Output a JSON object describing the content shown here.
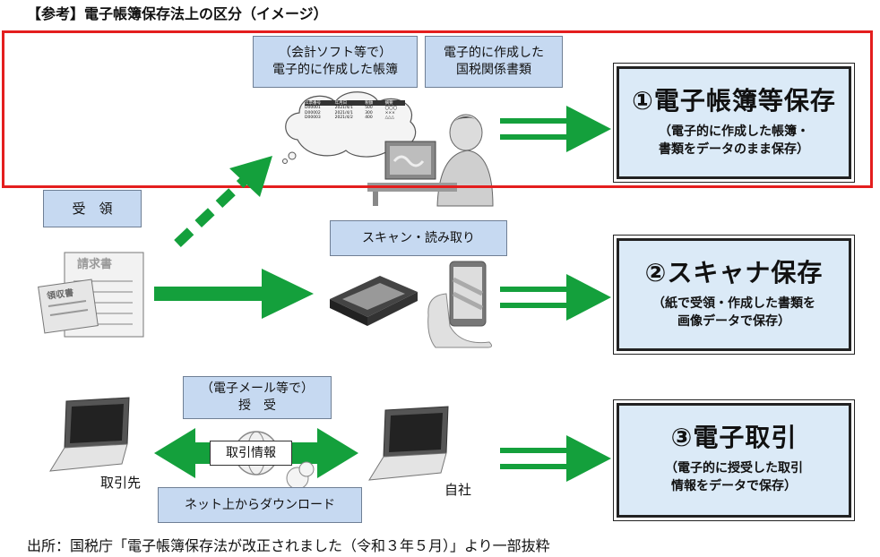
{
  "title": "【参考】電子帳簿保存法上の区分（イメージ）",
  "labels": {
    "software_line1": "（会計ソフト等で）",
    "software_line2": "電子的に作成した帳簿",
    "tax_line1": "電子的に作成した",
    "tax_line2": "国税関係書類",
    "receive": "受　領",
    "scan": "スキャン・読み取り",
    "email_line1": "（電子メール等で）",
    "email_line2": "授　受",
    "trade_info": "取引情報",
    "download": "ネット上からダウンロード",
    "counterparty": "取引先",
    "own_company": "自社"
  },
  "results": [
    {
      "head": "①電子帳簿等保存",
      "sub1": "（電子的に作成した帳簿・",
      "sub2": "書類をデータのまま保存）"
    },
    {
      "head": "②スキャナ保存",
      "sub1": "（紙で受領・作成した書類を",
      "sub2": "画像データで保存）"
    },
    {
      "head": "③電子取引",
      "sub1": "（電子的に授受した取引",
      "sub2": "情報をデータで保存）"
    }
  ],
  "document_text": {
    "invoice": "請求書",
    "receipt": "領収書"
  },
  "ledger_table": {
    "headers": [
      "伝票番号",
      "年月日",
      "税額",
      "摘要"
    ],
    "rows": [
      [
        "D00001",
        "2021/4/1",
        "500",
        "〇〇〇"
      ],
      [
        "D00002",
        "2021/4/1",
        "300",
        "×××"
      ],
      [
        "D00003",
        "2021/4/2",
        "400",
        "△△△"
      ]
    ]
  },
  "source": "出所：国税庁「電子帳簿保存法が改正されました（令和３年５月）」より一部抜粋",
  "colors": {
    "arrow": "#14a03c",
    "label_bg": "#c6d9f1",
    "result_bg": "#dbeaf7",
    "highlight": "#e41e1e"
  }
}
